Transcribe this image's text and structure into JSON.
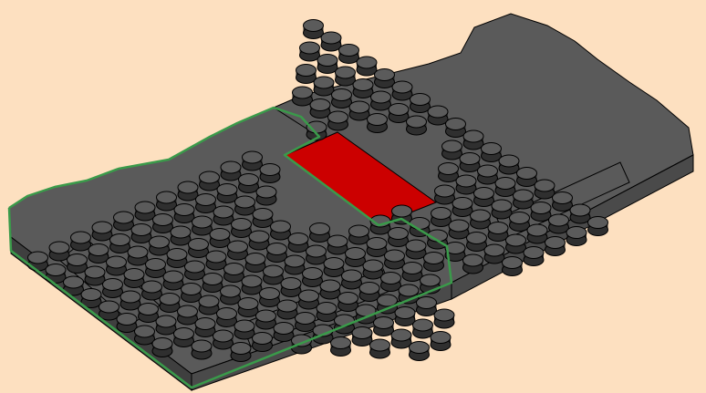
{
  "diagram": {
    "kind": "brick-building-instruction-step",
    "plates": [
      {
        "id": "left-plate",
        "size": "8x?",
        "highlighted": true
      },
      {
        "id": "right-plate",
        "size": "8x?",
        "highlighted": false
      }
    ],
    "tile": {
      "color_name": "red",
      "studs": 0
    }
  },
  "colors": {
    "background": "#fde0c0",
    "plate_top": "#5a5a5a",
    "plate_side_front": "#3f3f3f",
    "plate_side_right": "#4a4a4a",
    "stud_top": "#5b5b5b",
    "stud_side": "#2f2f2f",
    "outline": "#000000",
    "highlight_outline": "#3a9a4a",
    "tile": "#cc0000"
  }
}
